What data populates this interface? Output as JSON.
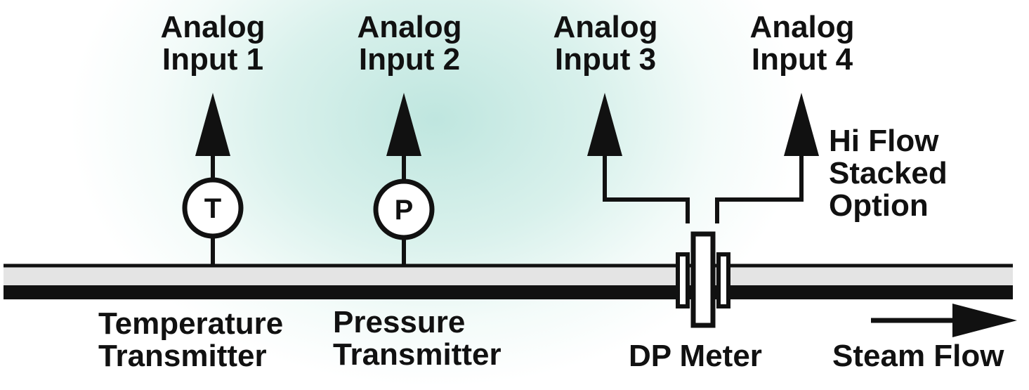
{
  "analog_inputs": [
    {
      "line1": "Analog",
      "line2": "Input 1"
    },
    {
      "line1": "Analog",
      "line2": "Input 2"
    },
    {
      "line1": "Analog",
      "line2": "Input 3"
    },
    {
      "line1": "Analog",
      "line2": "Input 4"
    }
  ],
  "instruments": {
    "temperature": {
      "symbol": "T",
      "line1": "Temperature",
      "line2": "Transmitter"
    },
    "pressure": {
      "symbol": "P",
      "line1": "Pressure",
      "line2": "Transmitter"
    },
    "dp_meter": {
      "label": "DP Meter"
    }
  },
  "hi_flow_note": {
    "line1": "Hi Flow",
    "line2": "Stacked",
    "line3": "Option"
  },
  "flow_label": "Steam Flow",
  "colors": {
    "line": "#111111",
    "pipe_fill": "#e4e4e4",
    "background_tint": "#bfe6df"
  }
}
